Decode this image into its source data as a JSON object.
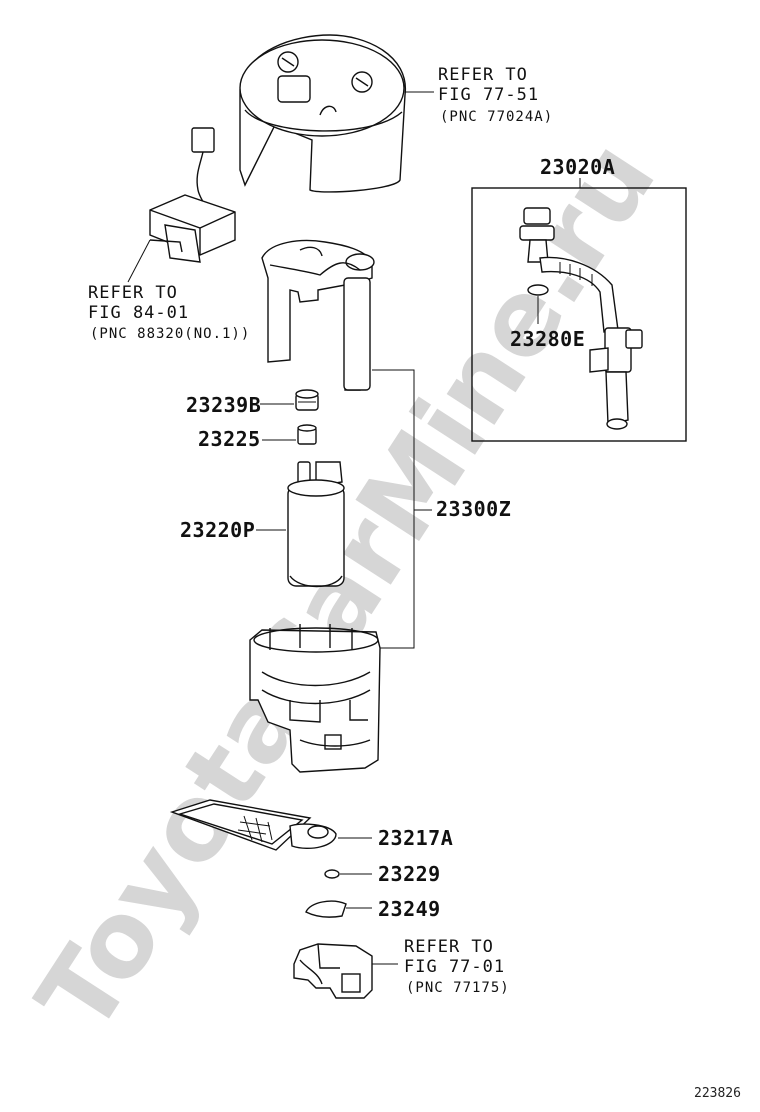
{
  "watermark": "ToyotaCarMine.ru",
  "figure_number": "223826",
  "parts": {
    "p23020A": "23020A",
    "p23280E": "23280E",
    "p23239B": "23239B",
    "p23225": "23225",
    "p23220P": "23220P",
    "p23300Z": "23300Z",
    "p23217A": "23217A",
    "p23229": "23229",
    "p23249": "23249"
  },
  "refs": {
    "top": {
      "line1": "REFER TO",
      "line2": "FIG 77-51",
      "line3": "(PNC 77024A)"
    },
    "left": {
      "line1": "REFER TO",
      "line2": "FIG 84-01",
      "line3": "(PNC 88320(NO.1))"
    },
    "bottom": {
      "line1": "REFER TO",
      "line2": "FIG 77-01",
      "line3": "(PNC 77175)"
    }
  }
}
